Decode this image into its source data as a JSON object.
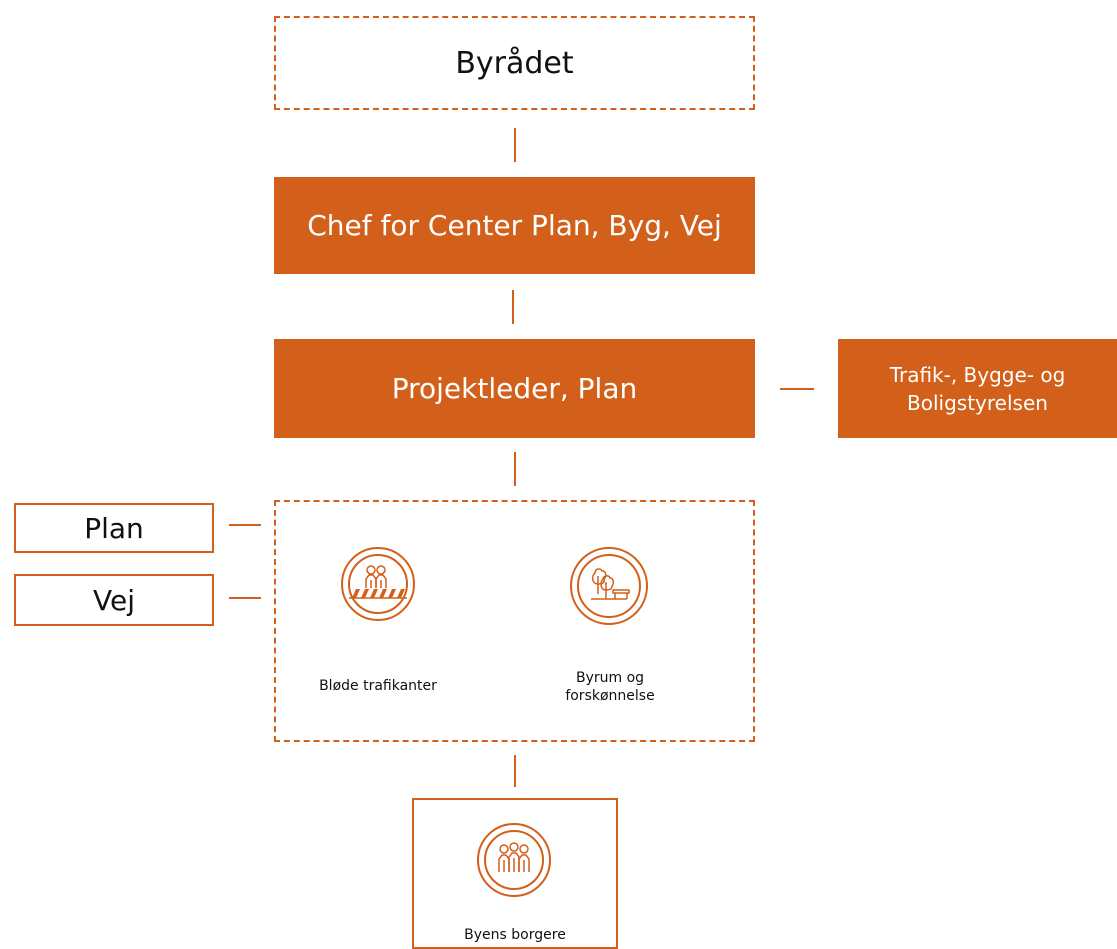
{
  "colors": {
    "accent": "#D2601A",
    "text": "#111111",
    "on_accent": "#ffffff"
  },
  "council": {
    "label": "Byrådet"
  },
  "chief": {
    "label": "Chef for Center Plan, Byg, Vej"
  },
  "project_lead": {
    "label": "Projektleder, Plan"
  },
  "agency": {
    "line1": "Trafik-, Bygge- og",
    "line2": "Boligstyrelsen"
  },
  "departments": {
    "plan": "Plan",
    "road": "Vej"
  },
  "focus_areas": {
    "soft_road_users": {
      "label": "Bløde trafikanter",
      "icon": "pedestrian-crossing-icon"
    },
    "urban_space": {
      "line1": "Byrum og",
      "line2": "forskønnelse",
      "icon": "park-trees-bench-icon"
    }
  },
  "citizens": {
    "label": "Byens borgere",
    "icon": "group-people-icon"
  }
}
